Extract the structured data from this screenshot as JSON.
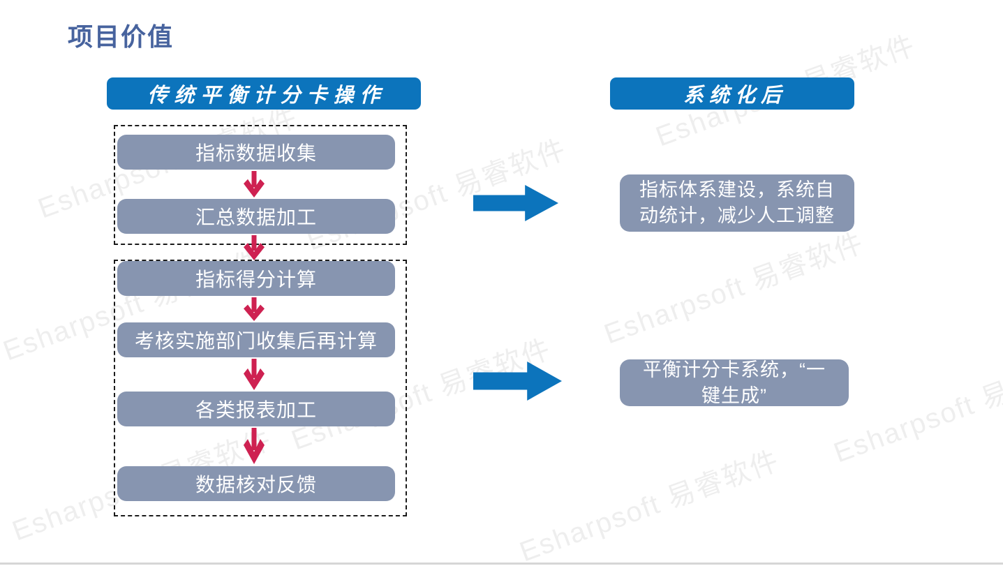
{
  "title": "项目价值",
  "watermark": {
    "text": "Esharpsoft 易睿软件"
  },
  "left_panel": {
    "header": "传统平衡计分卡操作",
    "groups": [
      {
        "steps": [
          "指标数据收集",
          "汇总数据加工"
        ]
      },
      {
        "steps": [
          "指标得分计算",
          "考核实施部门收集后再计算",
          "各类报表加工",
          "数据核对反馈"
        ]
      }
    ]
  },
  "right_panel": {
    "header": "系统化后",
    "results": [
      {
        "lines": [
          "指标体系建设，系统自",
          "动统计，减少人工调整"
        ]
      },
      {
        "lines": [
          "平衡计分卡系统，“一",
          "键生成”"
        ]
      }
    ]
  },
  "colors": {
    "title_blue": "#47639E",
    "header_blue": "#0C74BC",
    "box_gray": "#8795B0",
    "arrow_red": "#CE2151",
    "arrow_blue": "#0C74BC",
    "divider_gray": "#D6D6D6"
  }
}
